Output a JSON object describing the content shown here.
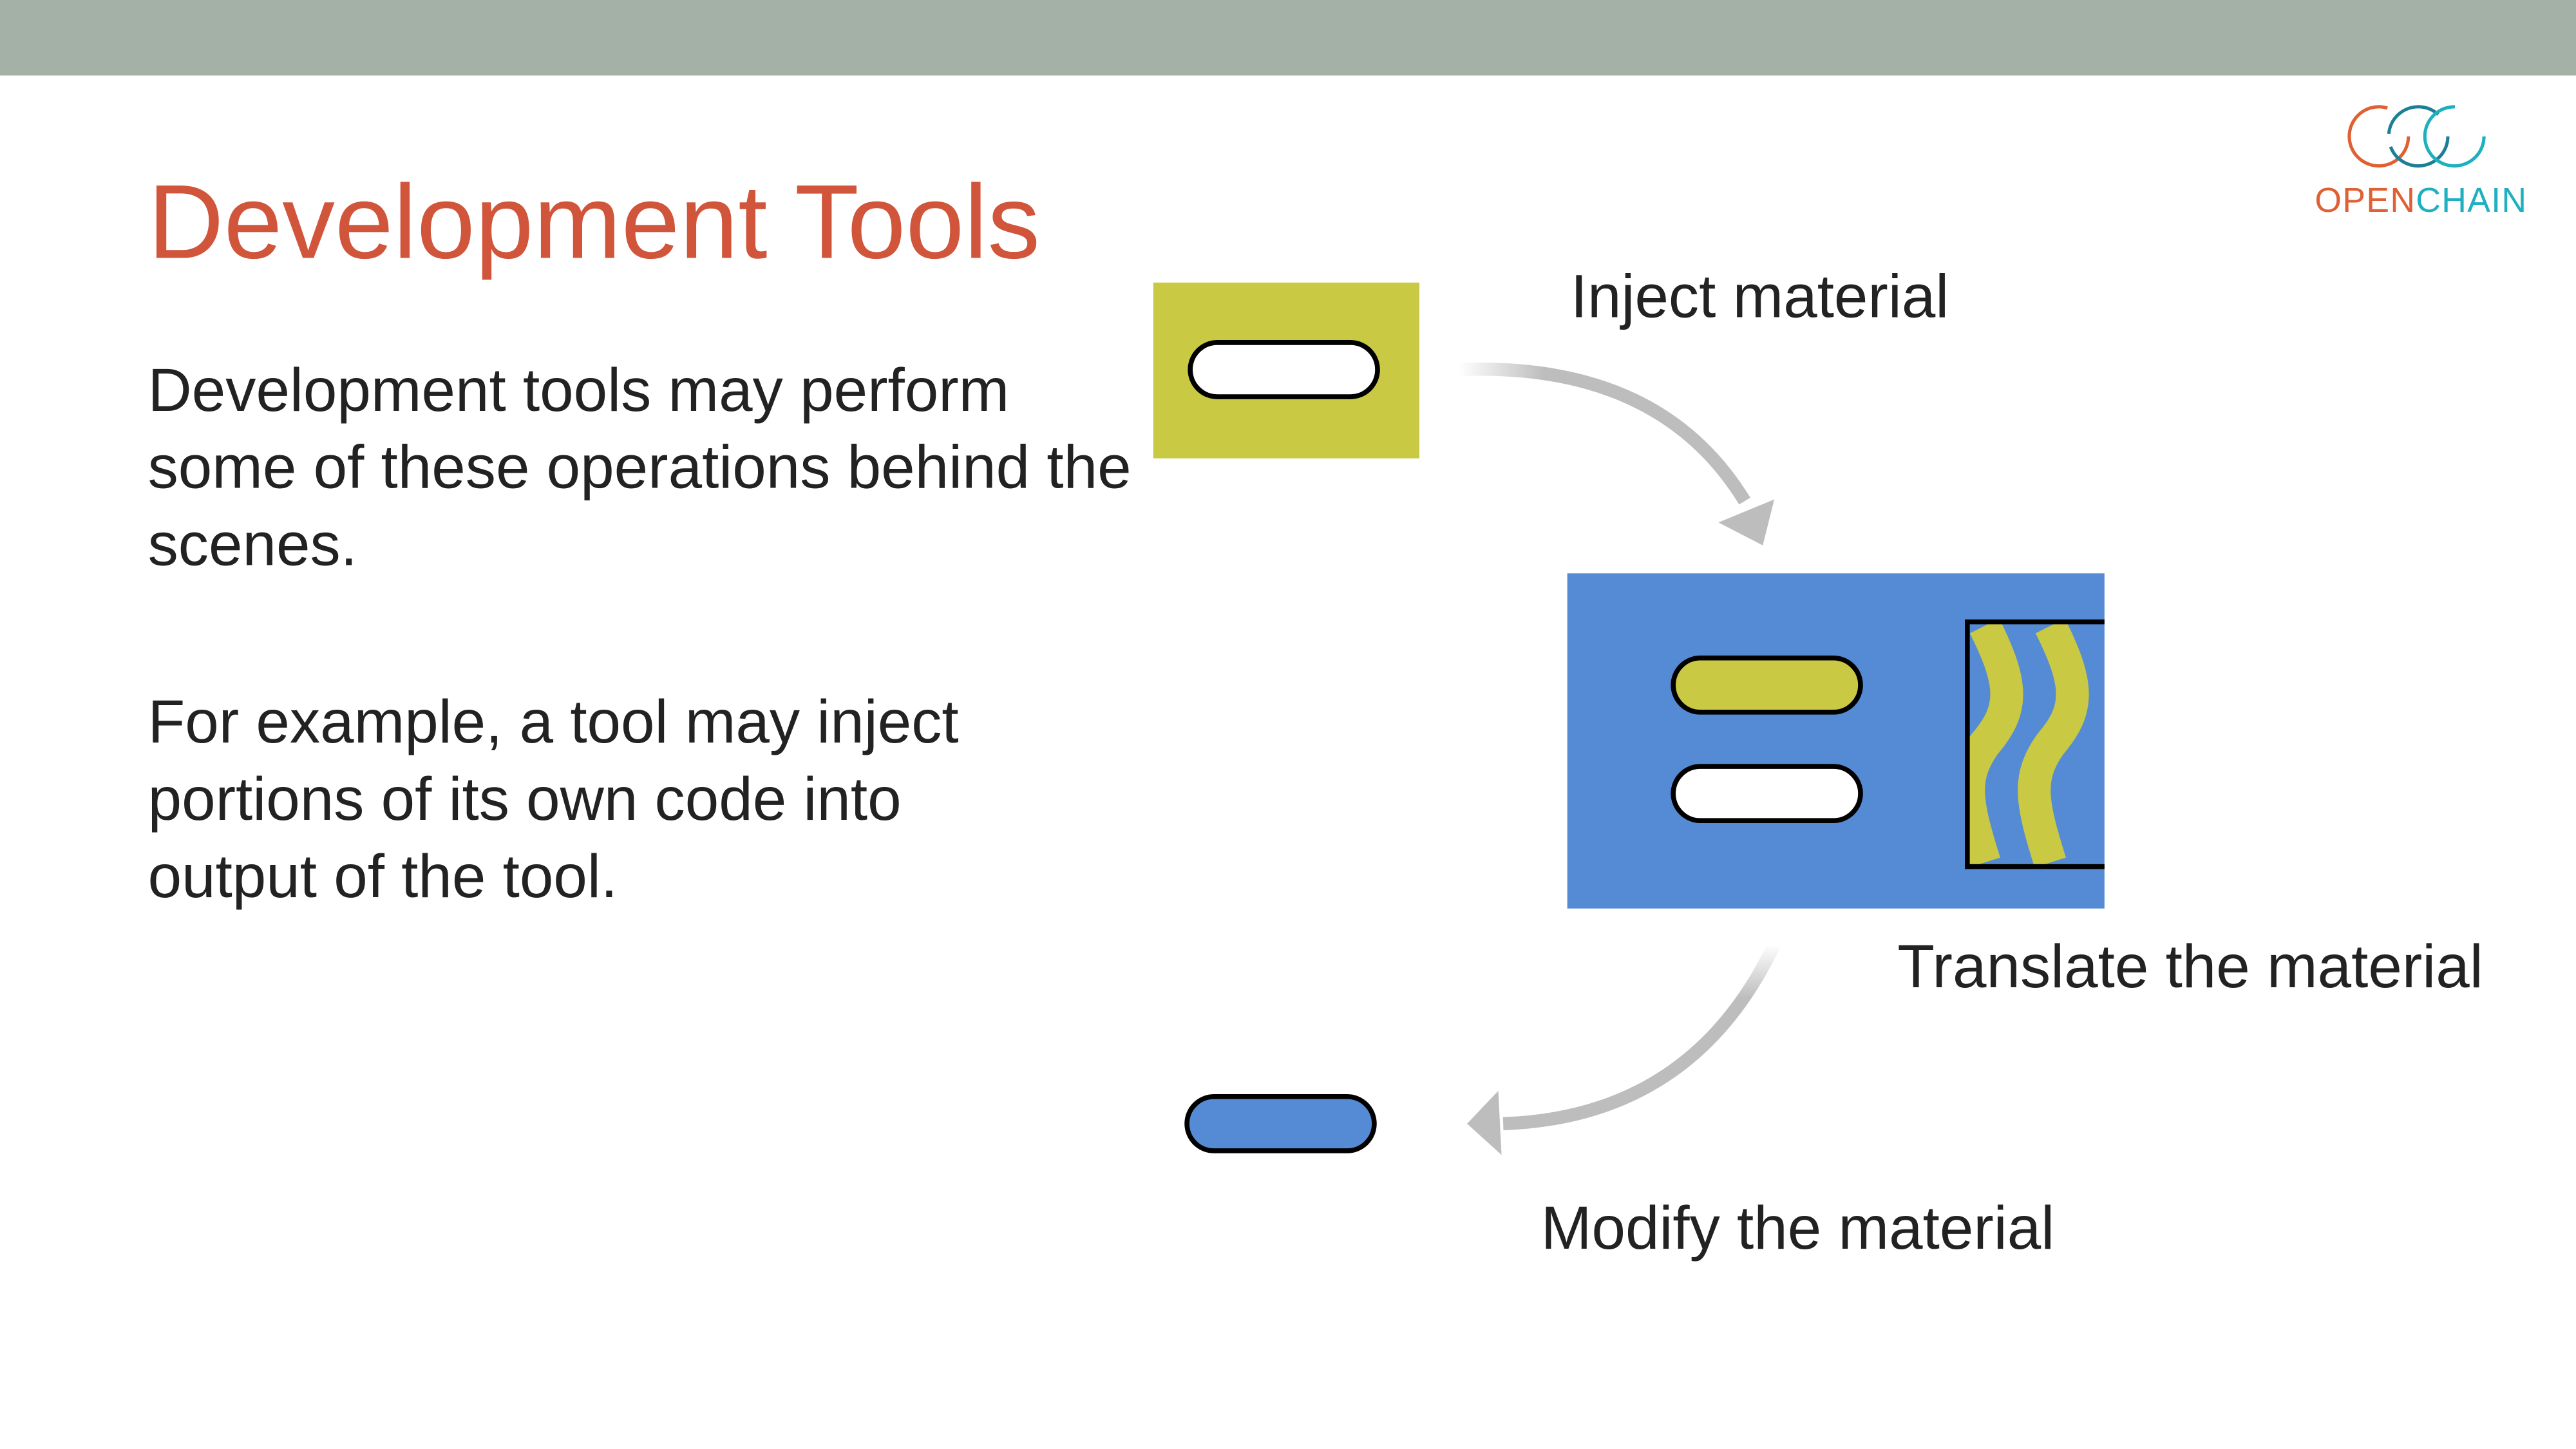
{
  "slide": {
    "title": "Development Tools",
    "paragraph1": "Development tools may perform some of these operations behind the scenes.",
    "paragraph2": "For example, a tool may inject portions of its own code into output of the tool."
  },
  "diagram": {
    "inject_label": "Inject material",
    "translate_label": "Translate the material",
    "modify_label": "Modify the material"
  },
  "logo": {
    "part1": "OPEN",
    "part2": "CHAIN"
  },
  "colors": {
    "title": "#d0553b",
    "topbar": "#a3b1a6",
    "yellow": "#c9c943",
    "blue": "#558bd4",
    "arrow": "#bdbdbd",
    "logo_orange": "#e05f33",
    "logo_teal": "#1fb0bf"
  }
}
